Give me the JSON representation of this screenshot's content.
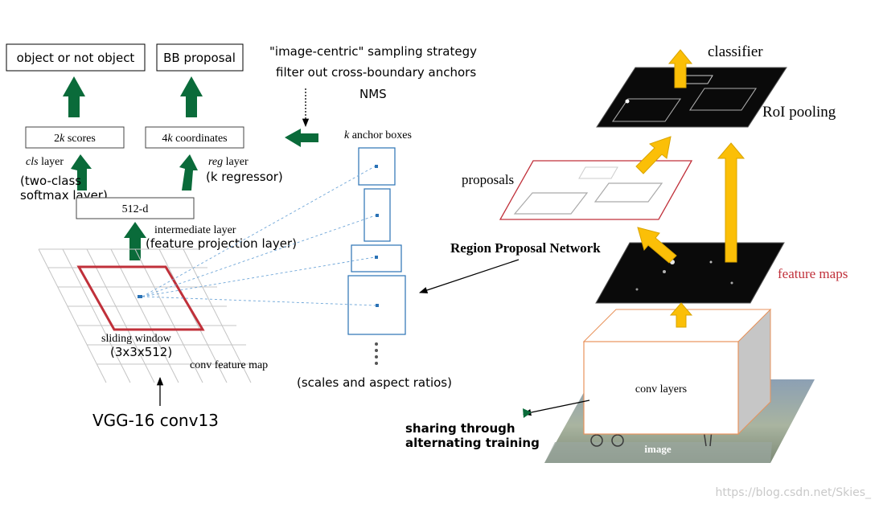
{
  "colors": {
    "arrow_green": "#0a6b3a",
    "arrow_yellow": "#fbbf07",
    "window_red": "#c0303a",
    "anchor_blue": "#2a72b5",
    "proposal_red": "#c0303a",
    "feature_label_red": "#c0303a",
    "conv_orange": "#e8935c",
    "watermark": "#c9c9c9"
  },
  "outputs": {
    "object_box": "object or not object",
    "bb_box": "BB proposal"
  },
  "notes": {
    "line1": "\"image-centric\" sampling strategy",
    "line2": "filter out cross-boundary anchors",
    "line3": "NMS"
  },
  "layers": {
    "scores_prefix": "2",
    "scores_k": "k",
    "scores_suffix": " scores",
    "coords_prefix": "4",
    "coords_k": "k",
    "coords_suffix": " coordinates",
    "cls_italic": "cls",
    "cls_rest": " layer",
    "cls_note1": "(two-class",
    "cls_note2": "softmax layer)",
    "reg_italic": "reg",
    "reg_rest": " layer",
    "reg_note": "(k regressor)",
    "d512": "512-d",
    "intermediate": "intermediate layer",
    "feature_projection": "(feature projection layer)",
    "sliding_window": "sliding window",
    "sliding_size": "(3x3x512)",
    "conv_feature_map": "conv feature map",
    "vgg": "VGG-16 conv13"
  },
  "anchors": {
    "k_italic": "k",
    "label_rest": " anchor boxes",
    "scales": "(scales and aspect ratios)"
  },
  "right": {
    "classifier": "classifier",
    "roi_pooling": "RoI pooling",
    "proposals": "proposals",
    "rpn": "Region Proposal Network",
    "feature_maps": "feature maps",
    "conv_layers": "conv layers",
    "image": "image",
    "sharing1": "sharing through",
    "sharing2": "alternating training"
  },
  "watermark": "https://blog.csdn.net/Skies_"
}
